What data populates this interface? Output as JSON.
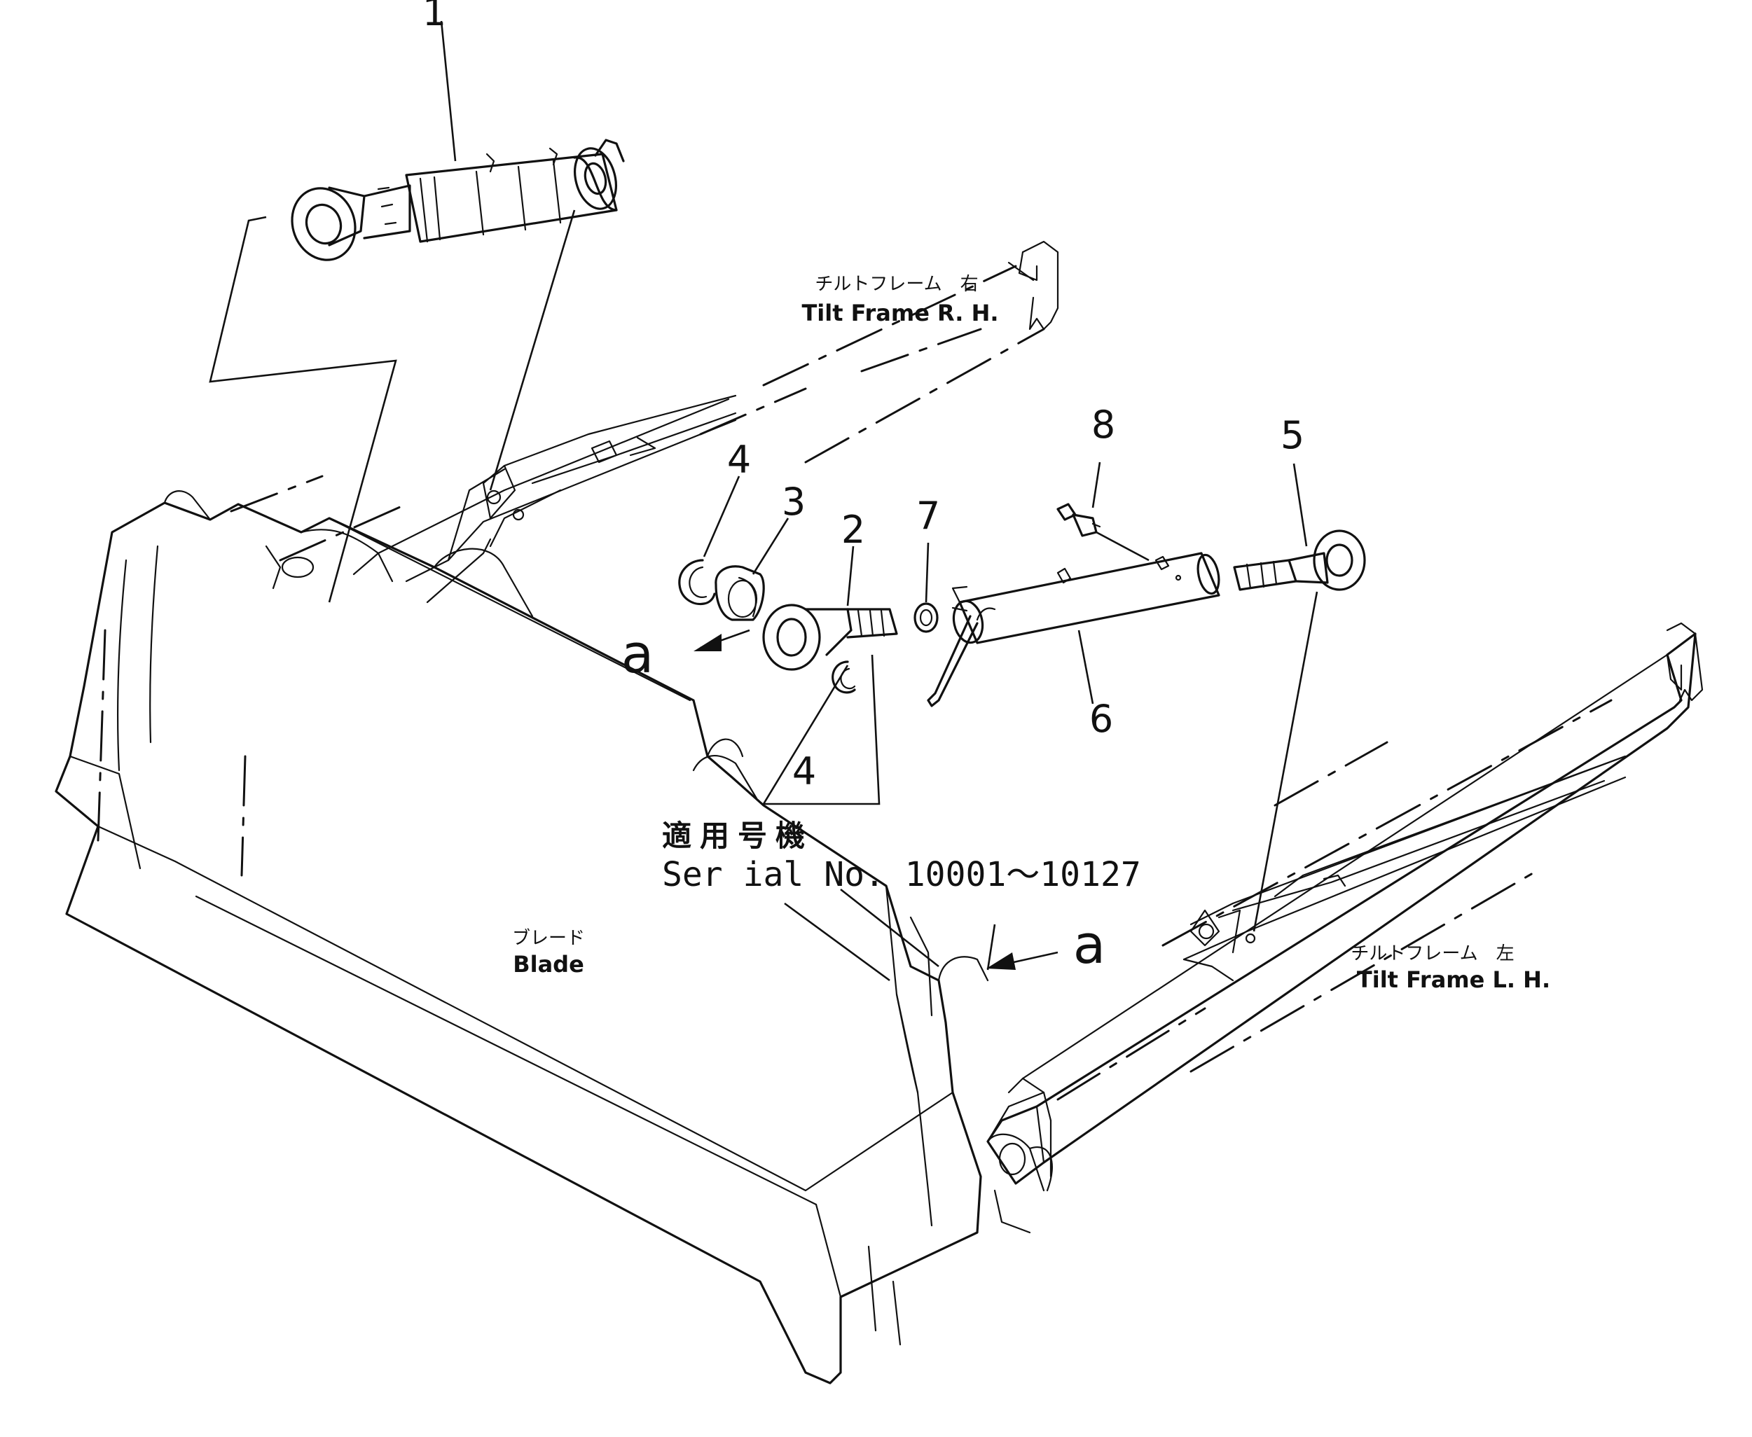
{
  "callouts": {
    "c1": "1",
    "c2": "2",
    "c3": "3",
    "c4a": "4",
    "c4b": "4",
    "c5": "5",
    "c6": "6",
    "c7": "7",
    "c8": "8"
  },
  "view_markers": {
    "left": "a",
    "right": "a"
  },
  "labels": {
    "tilt_frame_rh_jp": "チルトフレーム　右",
    "tilt_frame_rh": "Tilt  Frame  R. H.",
    "tilt_frame_lh_jp": "チルトフレーム　左",
    "tilt_frame_lh": "Tilt  Frame  L. H.",
    "blade_jp": "ブレード",
    "blade": "Blade"
  },
  "serial": {
    "heading_jp": "適用号機",
    "text": "Ser ial  No. 10001～10127"
  }
}
